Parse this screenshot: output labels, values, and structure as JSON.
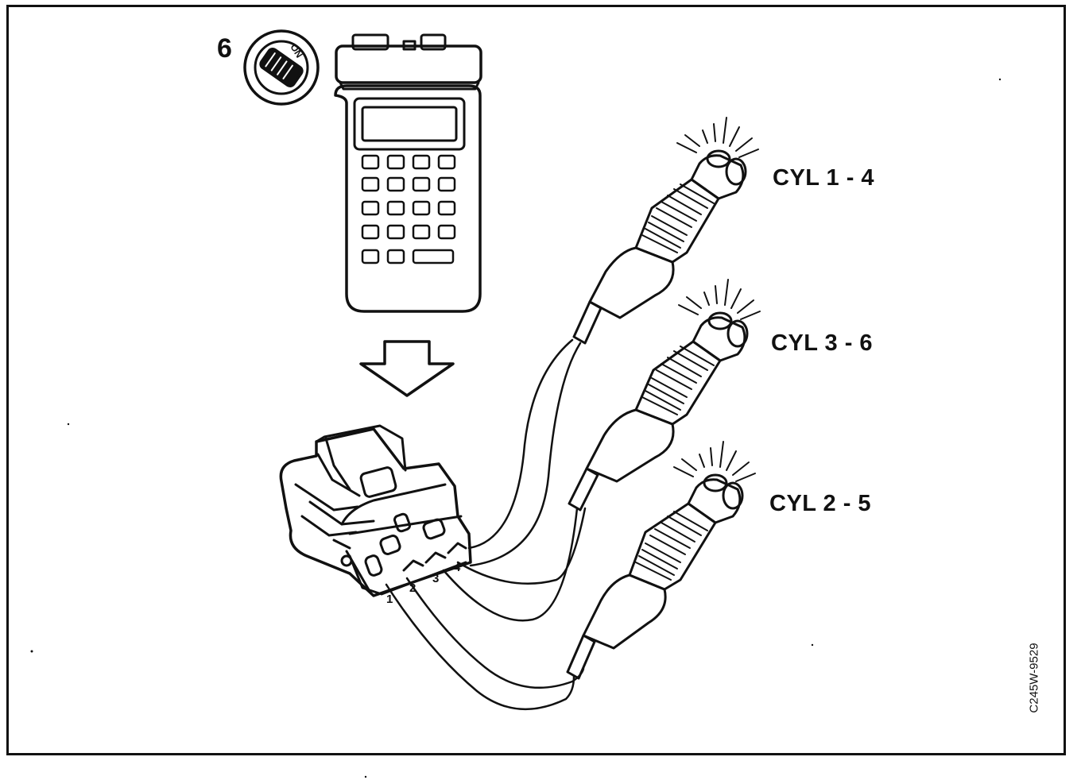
{
  "figure": {
    "step_number": "6",
    "ignition_key_label": "ON",
    "cylinder_labels": [
      "CYL 1 - 4",
      "CYL 3 - 6",
      "CYL 2 - 5"
    ],
    "pin_numbers": [
      "1",
      "2",
      "3",
      "4"
    ],
    "figure_reference": "C245W-9529"
  },
  "icons": {
    "ignition": "ignition-key-icon",
    "scan_tool": "scan-tool-icon",
    "arrow": "down-arrow-icon",
    "connector": "wiring-connector-icon",
    "led_probe": "test-light-icon"
  },
  "colors": {
    "ink": "#111111",
    "paper": "#ffffff"
  }
}
